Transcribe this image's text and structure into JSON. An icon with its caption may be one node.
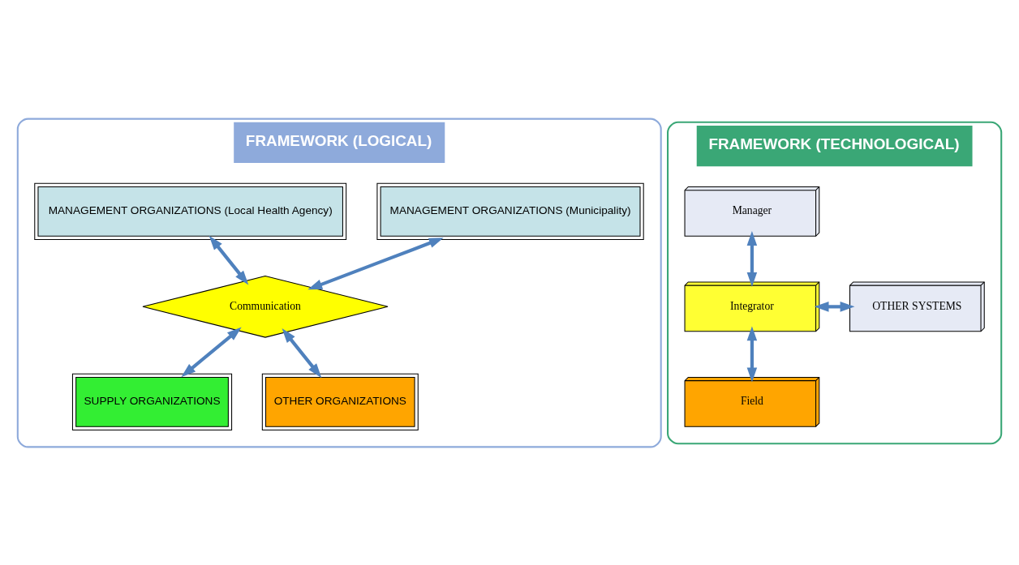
{
  "diagram": {
    "nodes": [
      {
        "text": [
          "FRAMEWORK (LOGICAL)"
        ]
      },
      {
        "text": [
          "MANAGEMENT ORGANIZATIONS (Municipality)"
        ],
        "in": 0
      },
      {
        "text": [
          "MANAGEMENT ORGANIZATIONS (Local Health Agency)"
        ],
        "in": 0
      },
      {
        "text": [
          "Communication"
        ],
        "in": 0
      },
      {
        "text": [
          "SUPPLY ORGANIZATIONS"
        ],
        "in": 0
      },
      {
        "text": [
          "OTHER ORGANIZATIONS"
        ],
        "in": 0
      },
      {
        "text": [
          "FRAMEWORK (TECHNOLOGICAL)"
        ]
      },
      {
        "text": [
          "Manager"
        ],
        "in": 6
      },
      {
        "text": [
          "Integrator"
        ],
        "in": 6
      },
      {
        "text": [
          "OTHER SYSTEMS"
        ],
        "in": 6
      },
      {
        "text": [
          "Field"
        ],
        "in": 6
      }
    ],
    "edges": [
      {
        "from": 1,
        "to": 3,
        "arrow": "both"
      },
      {
        "from": 2,
        "to": 3,
        "arrow": "both"
      },
      {
        "from": 3,
        "to": 4,
        "arrow": "both"
      },
      {
        "from": 3,
        "to": 5,
        "arrow": "both"
      },
      {
        "from": 7,
        "to": 8,
        "arrow": "both"
      },
      {
        "from": 8,
        "to": 9,
        "arrow": "both"
      },
      {
        "from": 8,
        "to": 10,
        "arrow": "both"
      }
    ]
  }
}
